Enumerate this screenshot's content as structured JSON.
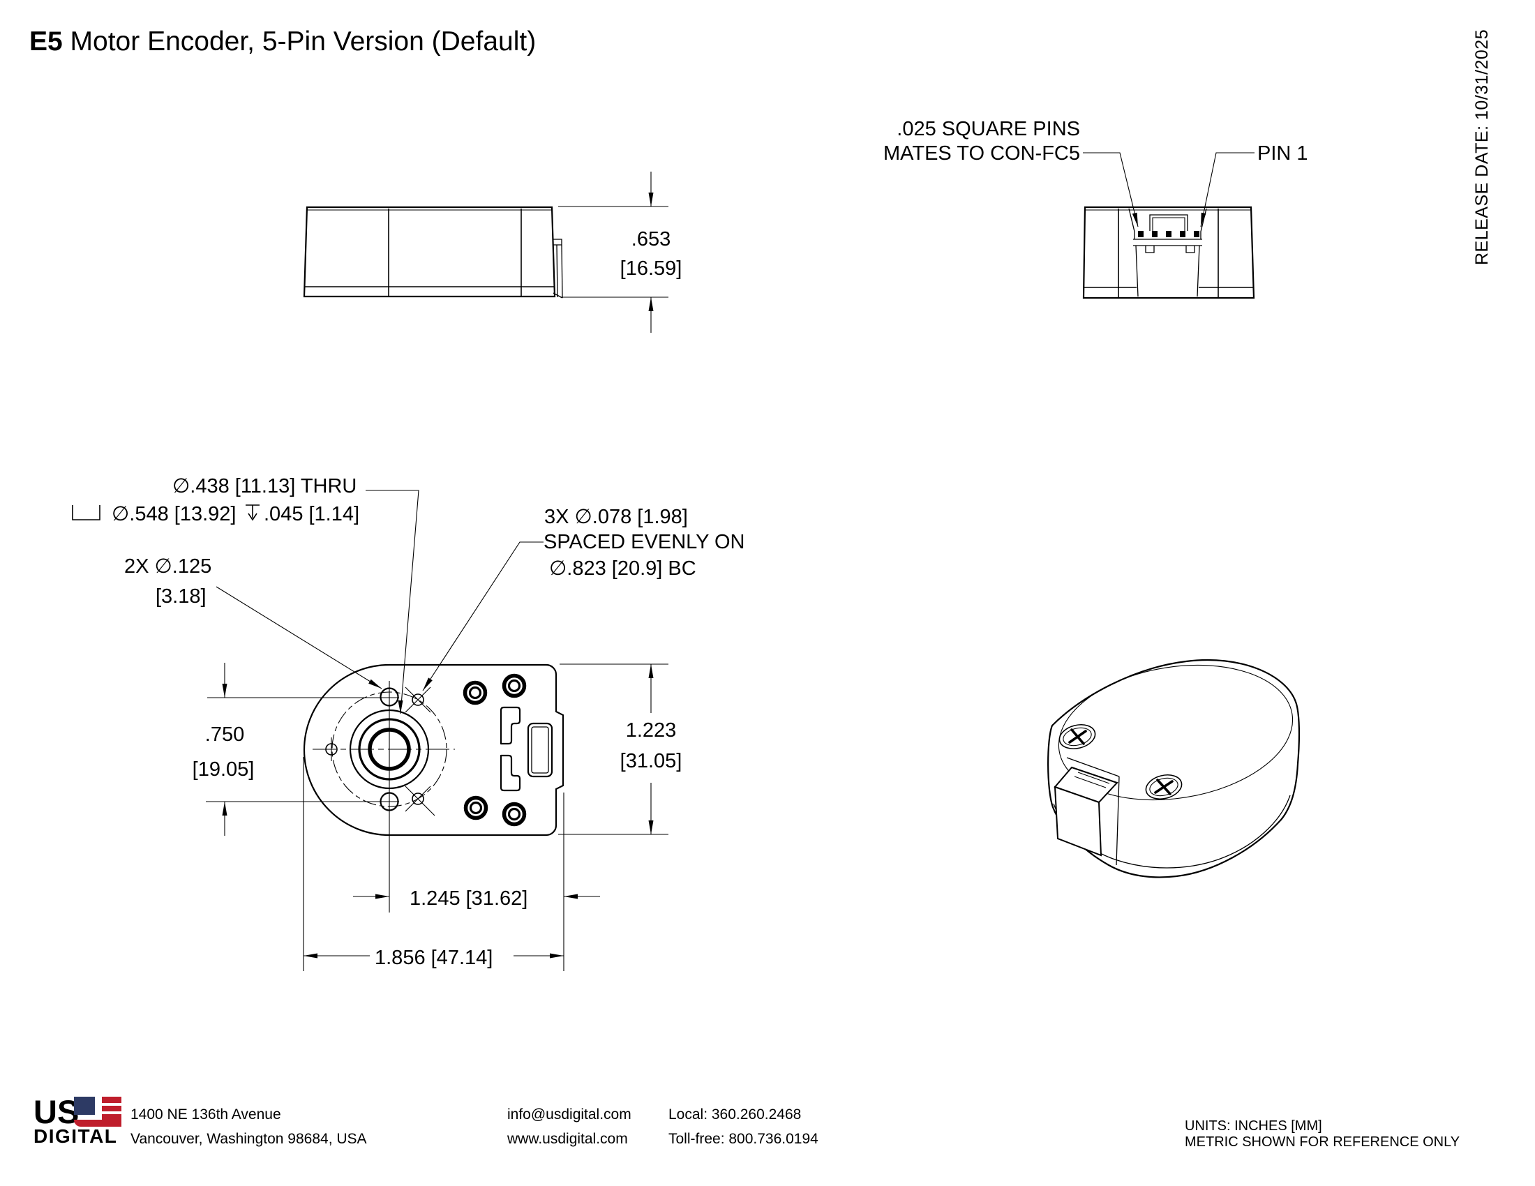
{
  "title": {
    "model": "E5",
    "rest": " Motor Encoder, 5-Pin Version (Default)"
  },
  "release_date": "RELEASE DATE: 10/31/2025",
  "views": {
    "side": {
      "height_in": ".653",
      "height_mm": "[16.59]"
    },
    "pin": {
      "pins_note_line1": ".025 SQUARE PINS",
      "pins_note_line2": "MATES TO CON-FC5",
      "pin1_label": "PIN 1"
    },
    "front": {
      "thru_callout": "∅.438 [11.13] THRU",
      "cbore_dia": "∅.548 [13.92]",
      "cbore_depth": ".045 [1.14]",
      "holes2x_line1": "2X ∅.125",
      "holes2x_line2": "[3.18]",
      "holes3x_line1": "3X ∅.078 [1.98]",
      "holes3x_line2": "SPACED EVENLY ON",
      "holes3x_line3": "∅.823 [20.9] BC",
      "dim_750_in": ".750",
      "dim_750_mm": "[19.05]",
      "dim_1223_in": "1.223",
      "dim_1223_mm": "[31.05]",
      "dim_1245": "1.245 [31.62]",
      "dim_1856": "1.856 [47.14]"
    }
  },
  "footer": {
    "logo_us": "US",
    "logo_digital": "DIGITAL",
    "address_line1": "1400 NE 136th Avenue",
    "address_line2": "Vancouver, Washington 98684, USA",
    "email": "info@usdigital.com",
    "website": "www.usdigital.com",
    "phone_local": "Local: 360.260.2468",
    "phone_tollfree": "Toll-free: 800.736.0194",
    "units_line1": "UNITS: INCHES [MM]",
    "units_line2": "METRIC SHOWN FOR REFERENCE ONLY"
  },
  "colors": {
    "flag_navy": "#2d3a64",
    "flag_red": "#bf1e2c",
    "line": "#000000"
  }
}
